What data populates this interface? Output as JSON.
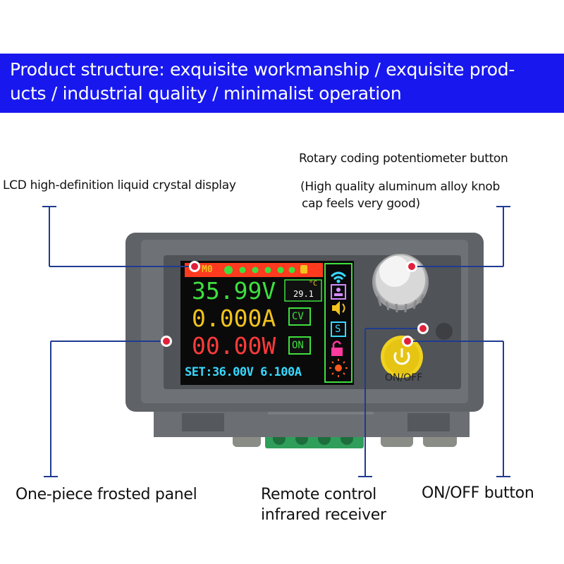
{
  "banner": {
    "line1": "Product structure: exquisite workmanship / exquisite prod-",
    "line2": "ucts / industrial quality / minimalist operation"
  },
  "labels": {
    "rotary_line1": "Rotary coding potentiometer button",
    "rotary_line2": "(High quality aluminum alloy knob",
    "rotary_line3": "cap feels very good)",
    "lcd": "LCD high-definition liquid crystal display",
    "panel": "One-piece frosted panel",
    "remote_line1": "Remote control",
    "remote_line2": "infrared receiver",
    "onoff": "ON/OFF button"
  },
  "lcd": {
    "status_tag": "M0",
    "voltage": "35.99V",
    "current": "0.000A",
    "power": "00.00W",
    "temp_unit": "°C",
    "temp_value": "29.1",
    "mode": "CV",
    "state": "ON",
    "set_line": "SET:36.00V 6.100A",
    "side_s": "S"
  },
  "device": {
    "button_label": "ON/OFF"
  },
  "colors": {
    "banner": "#1818ee",
    "callout": "#1f3b8f",
    "marker": "#e0203a",
    "voltage": "#3ee03e",
    "current": "#f2c21e",
    "power": "#ff3a3a",
    "set_line": "#38d8ff"
  }
}
